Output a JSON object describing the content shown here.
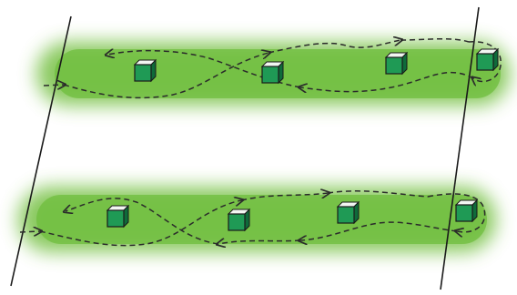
{
  "colors": {
    "background": "#ffffff",
    "band": "#74c043",
    "cube_face": "#1f9a55",
    "cube_top": "#f2f6f2",
    "cube_side": "#0f6a3a",
    "line": "#1a1a1a",
    "path": "#2b2b2b"
  },
  "rows": [
    {
      "name": "upper-row",
      "cubes": 4,
      "loops": "dashed-figure-eight",
      "entry_arrow": "left",
      "end_loop": "circular-around-last-cube"
    },
    {
      "name": "lower-row",
      "cubes": 4,
      "loops": "dashed-figure-eight",
      "entry_arrow": "left",
      "end_loop": "circular-around-last-cube"
    }
  ],
  "boundaries": [
    "left-diagonal-line",
    "right-diagonal-line"
  ]
}
